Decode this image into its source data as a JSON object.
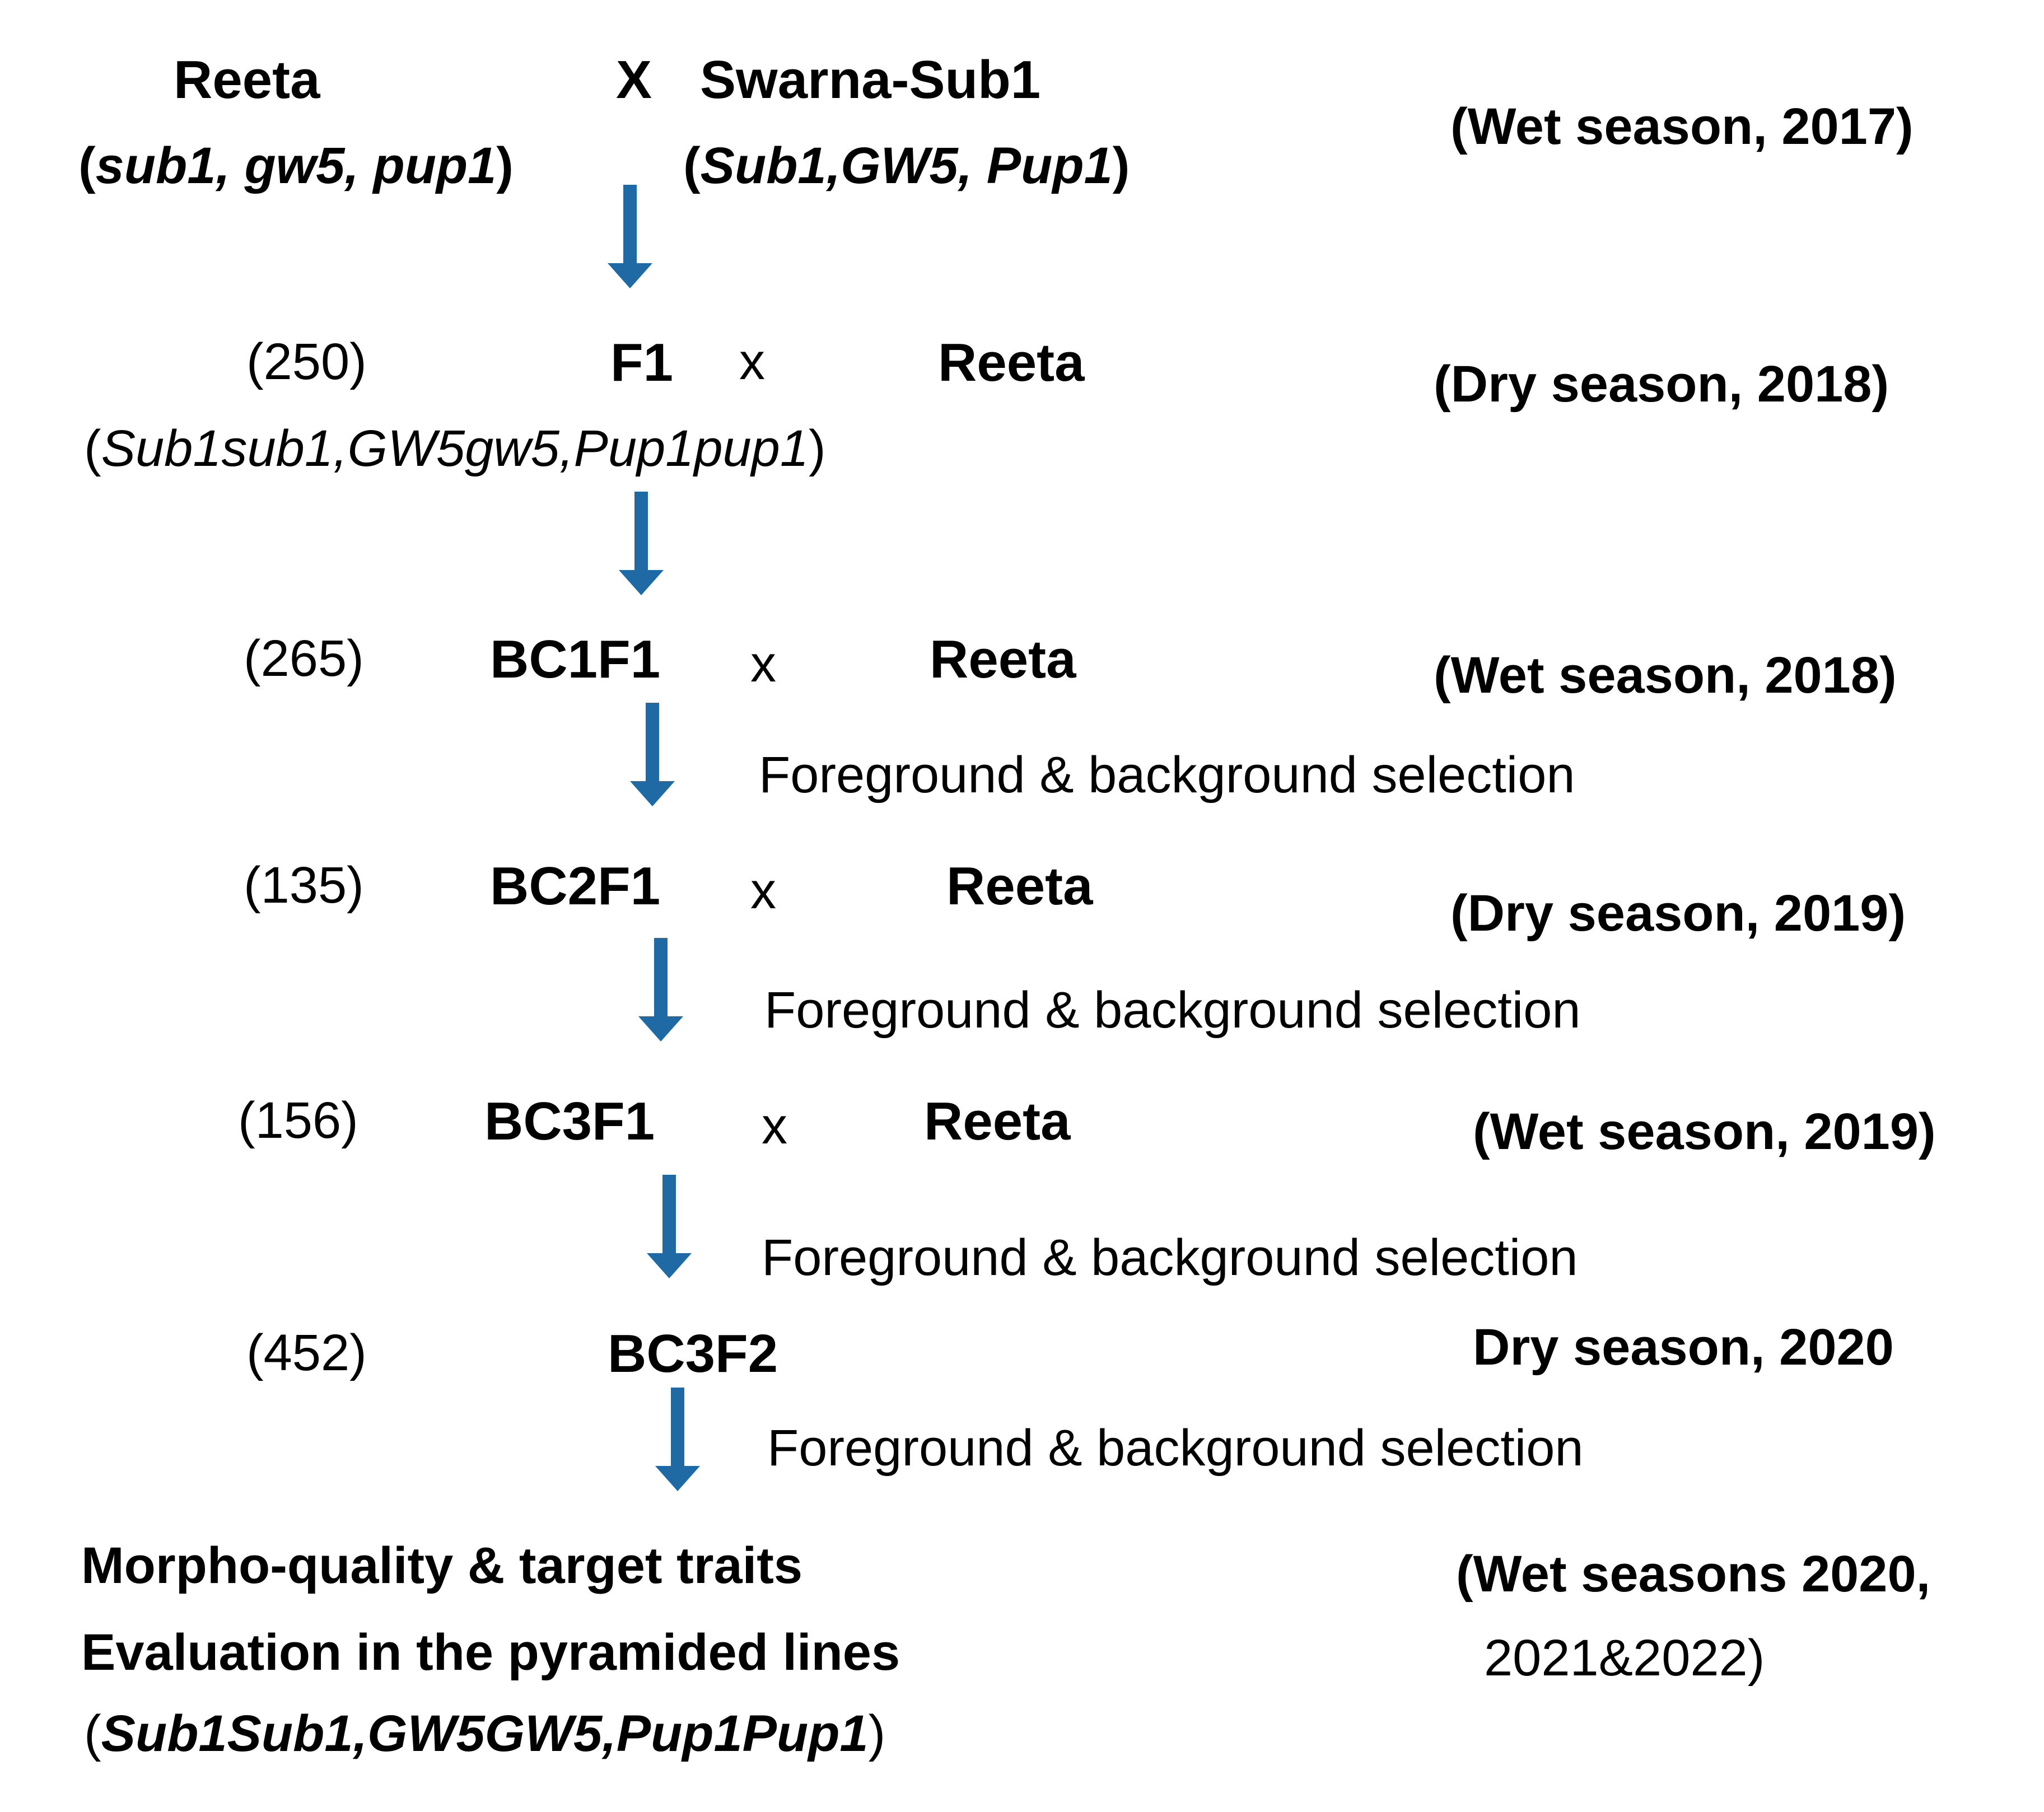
{
  "cross": {
    "parent1": {
      "name": "Reeta",
      "genotype": "sub1, gw5, pup1"
    },
    "symbol": "X",
    "parent2": {
      "name": "Swarna-Sub1",
      "genotype": "Sub1,GW5, Pup1"
    },
    "season": "(Wet season, 2017)"
  },
  "f1": {
    "count": "(250)",
    "gen": "F1",
    "symbol": "x",
    "recurrent": "Reeta",
    "genotype": "Sub1sub1,GW5gw5,Pup1pup1",
    "season": "(Dry season, 2018)"
  },
  "bc1f1": {
    "count": "(265)",
    "gen": "BC1F1",
    "symbol": "x",
    "recurrent": "Reeta",
    "season": "(Wet season, 2018)"
  },
  "bc2f1": {
    "count": "(135)",
    "gen": "BC2F1",
    "symbol": "x",
    "recurrent": "Reeta",
    "season": "(Dry season, 2019)"
  },
  "bc3f1": {
    "count": "(156)",
    "gen": "BC3F1",
    "symbol": "x",
    "recurrent": "Reeta",
    "season": "(Wet season, 2019)"
  },
  "bc3f2": {
    "count": "(452)",
    "gen": "BC3F2",
    "season": "Dry season, 2020"
  },
  "selection_label": "Foreground & background selection",
  "final": {
    "line1": "Morpho-quality & target traits",
    "line2": "Evaluation in the pyramided lines",
    "genotype": "Sub1Sub1,GW5GW5,Pup1Pup1",
    "season_line1": "(Wet seasons 2020,",
    "season_line2": "2021&2022)"
  },
  "arrow_color": "#1f6aa5"
}
